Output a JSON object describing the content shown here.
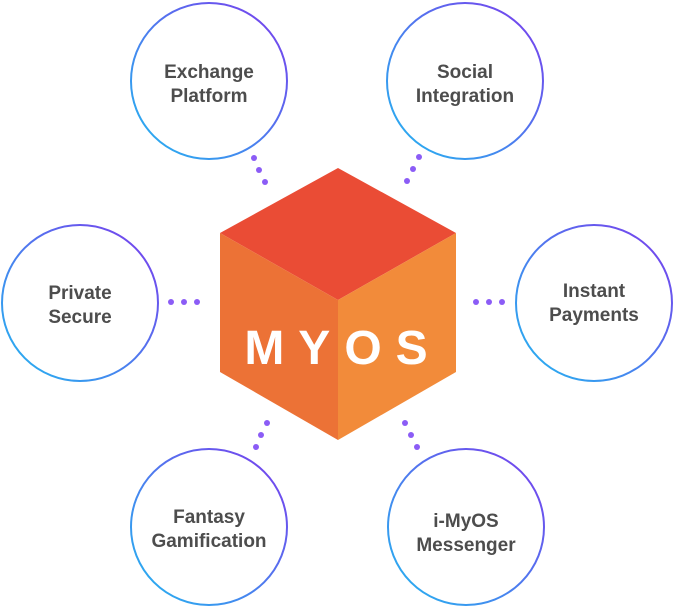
{
  "center": {
    "label": "MYOS"
  },
  "nodes": [
    {
      "line1": "Exchange",
      "line2": "Platform"
    },
    {
      "line1": "Social",
      "line2": "Integration"
    },
    {
      "line1": "Private",
      "line2": "Secure"
    },
    {
      "line1": "Instant",
      "line2": "Payments"
    },
    {
      "line1": "Fantasy",
      "line2": "Gamification"
    },
    {
      "line1": "i-MyOS",
      "line2": "Messenger"
    }
  ],
  "colors": {
    "circle_gradient_start": "#22b8f0",
    "circle_gradient_end": "#7c3aed",
    "connector_dots": "#8b5cf6",
    "cube_top": "#ea4c35",
    "cube_left": "#ec7236",
    "cube_right": "#f28b3a",
    "text": "#4d4d4d"
  }
}
